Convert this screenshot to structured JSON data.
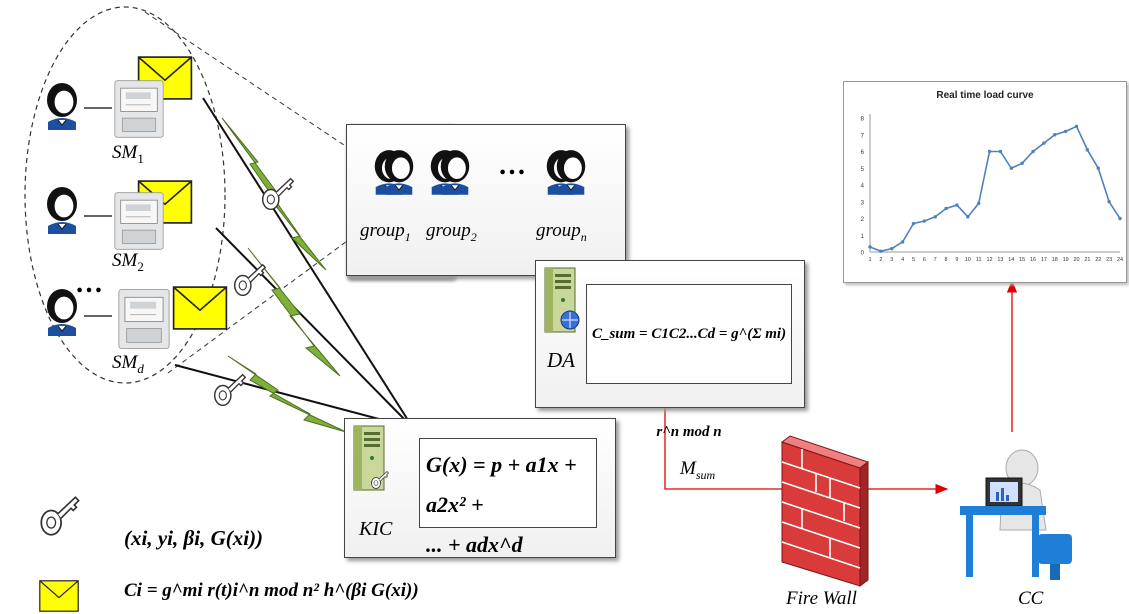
{
  "labels": {
    "sm1": "SM1",
    "sm1_base": "SM",
    "sm1_sub": "1",
    "sm2_base": "SM",
    "sm2_sub": "2",
    "smd_base": "SM",
    "smd_sub": "d",
    "group1_base": "group",
    "group1_sub": "1",
    "group2_base": "group",
    "group2_sub": "2",
    "groupn_base": "group",
    "groupn_sub": "n",
    "ellipsis": "…",
    "da": "DA",
    "kic": "KIC",
    "msum_base": "M",
    "msum_sub": "sum",
    "firewall": "Fire Wall",
    "cc": "CC"
  },
  "formulas": {
    "da": "C_sum = C1C2...Cd = g^(Σ mi) r^n mod n",
    "kic_line1": "G(x) = p + a1x + a2x² +",
    "kic_line2": "... + adx^d",
    "key_legend": "(xi, yi, βi, G(xi))",
    "envelope_legend": "Ci = g^mi r(t)i^n mod n² h^(βi G(xi))"
  },
  "colors": {
    "envelope": "#ffff00",
    "lightning": "#7fb03a",
    "arrow_red": "#e00000",
    "chart_line": "#4f81bd",
    "firewall": "#d93a3a"
  },
  "icons": [
    "user-icon",
    "smart-meter-icon",
    "envelope-icon",
    "key-icon",
    "server-icon",
    "firewall-icon",
    "operator-at-desk-icon",
    "lightning-link-icon"
  ],
  "chart_data": {
    "type": "line",
    "title": "Real time load curve",
    "categories": [
      "1",
      "2",
      "3",
      "4",
      "5",
      "6",
      "7",
      "8",
      "9",
      "10",
      "11",
      "12",
      "13",
      "14",
      "15",
      "16",
      "17",
      "18",
      "19",
      "20",
      "21",
      "22",
      "23",
      "24"
    ],
    "series": [
      {
        "values": [
          0.3,
          0.05,
          0.2,
          0.6,
          1.7,
          1.85,
          2.1,
          2.6,
          2.8,
          2.1,
          2.9,
          6.0,
          6.0,
          5.0,
          5.3,
          6.0,
          6.5,
          7.0,
          7.2,
          7.5,
          6.1,
          5.0,
          3.0,
          2.0
        ]
      }
    ],
    "ylim": [
      0,
      8
    ],
    "yticks": [
      "0",
      "1",
      "2",
      "3",
      "4",
      "5",
      "6",
      "7",
      "8"
    ],
    "grid": false,
    "legend": "none"
  }
}
